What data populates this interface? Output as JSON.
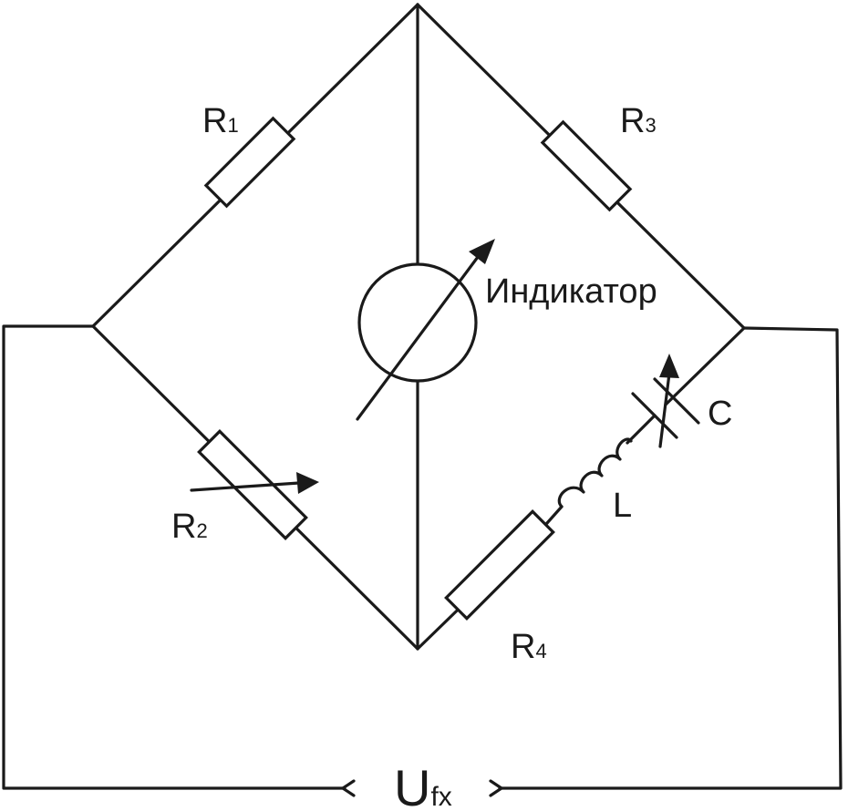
{
  "labels": {
    "r1": {
      "main": "R",
      "sub": "1"
    },
    "r2": {
      "main": "R",
      "sub": "2"
    },
    "r3": {
      "main": "R",
      "sub": "3"
    },
    "r4": {
      "main": "R",
      "sub": "4"
    },
    "inductor": "L",
    "capacitor": "C",
    "indicator": "Индикатор",
    "supply": {
      "main": "U",
      "sub": "fx"
    }
  }
}
